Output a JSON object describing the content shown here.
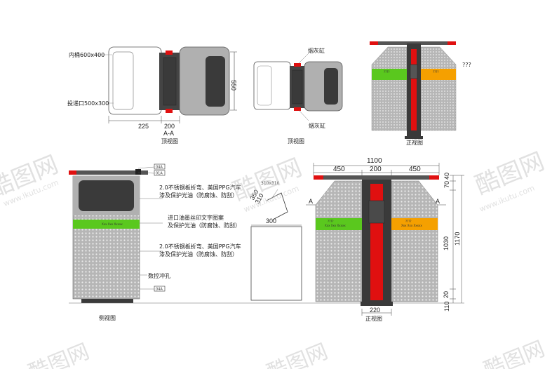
{
  "labels": {
    "inner_bucket": "内桶600x400",
    "opening": "投递口500x300",
    "dim_550": "550",
    "dim_225": "225",
    "dim_200_top": "200",
    "section_aa": "A-A",
    "top_view_1": "顶视图",
    "ashtray_top": "烟灰缸",
    "ashtray_bottom": "烟灰缸",
    "top_view_2": "顶视图",
    "front_view_top": "正视图",
    "question_marks": "???",
    "tag_04a_top": "04A",
    "tag_01a": "01A",
    "tag_04a_bottom": "04A",
    "note_1_line1": "2.0不锈钢板折弯、美国PPG汽车",
    "note_1_line2": "漆及保护光油（防腐蚀、防刮）",
    "note_2_line1": "进口油墨丝印文字图案",
    "note_2_line2": "及保护光油（防腐蚀、防刮）",
    "note_3_line1": "2.0不锈钢板折弯、美国PPG汽车",
    "note_3_line2": "漆及保护光油（防腐蚀、防刮）",
    "note_4": "数控冲孔",
    "side_view": "侧视图",
    "dim_350": "350",
    "dim_310": "310",
    "dim_310x310": "310x310",
    "dim_300": "300",
    "dim_1100": "1100",
    "dim_450_left": "450",
    "dim_200_mid": "200",
    "dim_450_right": "450",
    "dim_40": "40",
    "dim_70": "70",
    "dim_1030": "1030",
    "dim_1170": "1170",
    "dim_20": "20",
    "dim_110": "110",
    "dim_220": "220",
    "mark_a_left": "A",
    "mark_a_right": "A",
    "front_view_bottom": "正视图",
    "panel_text_1": "????",
    "panel_text_2": "????",
    "panel_sub": "Xxx Xxx Xxxxx"
  },
  "watermark": {
    "brand": "酷图网",
    "url": "www.ikutu.com"
  },
  "colors": {
    "green": "#5ac81e",
    "orange": "#f5a000",
    "red": "#e01010",
    "gray_panel": "#b4b4b4",
    "dark": "#3a3a3a"
  }
}
